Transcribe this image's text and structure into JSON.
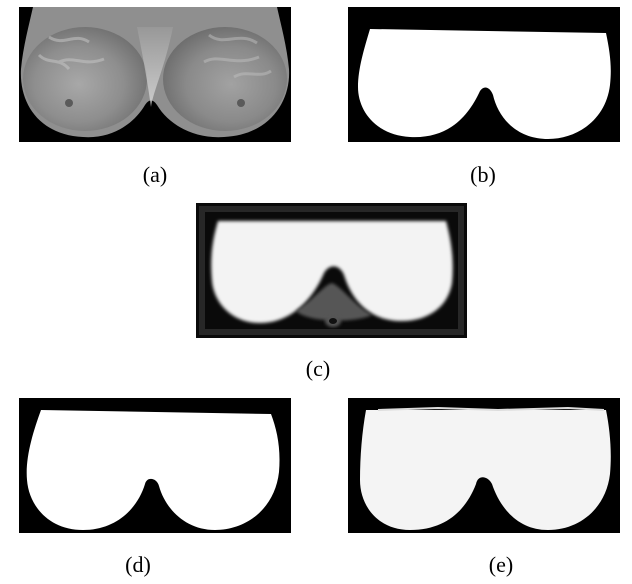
{
  "figure": {
    "panels": [
      {
        "id": "a",
        "caption": "(a)",
        "content": "thermal-image"
      },
      {
        "id": "b",
        "caption": "(b)",
        "content": "ground-truth-mask"
      },
      {
        "id": "c",
        "caption": "(c)",
        "content": "probability-map"
      },
      {
        "id": "d",
        "caption": "(d)",
        "content": "segmentation-mask"
      },
      {
        "id": "e",
        "caption": "(e)",
        "content": "segmentation-mask"
      }
    ]
  },
  "colors": {
    "background": "#000000",
    "mask": "#ffffff",
    "thermal_skin": "#9a9a9a"
  }
}
